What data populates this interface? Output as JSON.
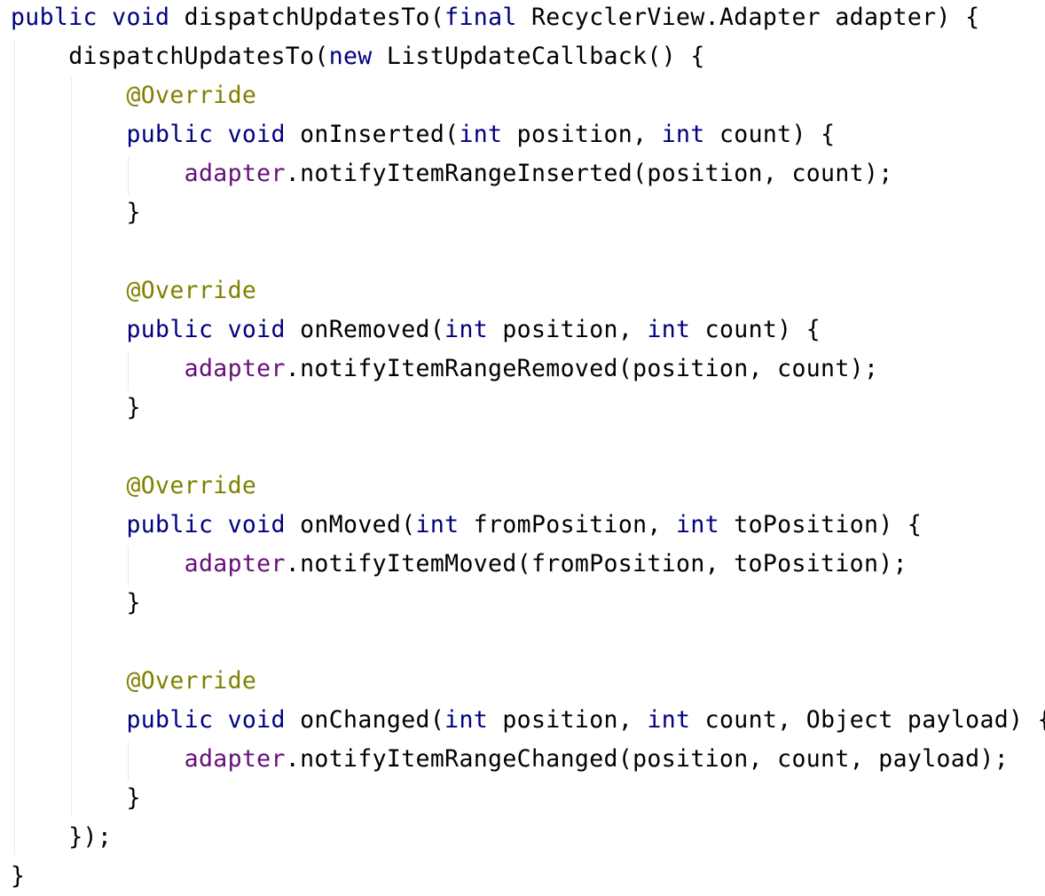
{
  "editor": {
    "colors": {
      "background": "#ffffff",
      "keyword": "#000080",
      "annotation": "#808000",
      "field": "#660e7a",
      "plain": "#000000",
      "indent_guide": "#e8e8e8"
    },
    "lines": [
      {
        "indent": 0,
        "tokens": [
          {
            "t": "public",
            "c": "kw"
          },
          {
            "t": " ",
            "c": "tx"
          },
          {
            "t": "void",
            "c": "kw"
          },
          {
            "t": " dispatchUpdatesTo(",
            "c": "tx"
          },
          {
            "t": "final",
            "c": "kw"
          },
          {
            "t": " RecyclerView.Adapter adapter) {",
            "c": "tx"
          }
        ]
      },
      {
        "indent": 1,
        "tokens": [
          {
            "t": "dispatchUpdatesTo(",
            "c": "tx"
          },
          {
            "t": "new",
            "c": "kw"
          },
          {
            "t": " ListUpdateCallback() {",
            "c": "tx"
          }
        ]
      },
      {
        "indent": 2,
        "tokens": [
          {
            "t": "@Override",
            "c": "ann"
          }
        ]
      },
      {
        "indent": 2,
        "tokens": [
          {
            "t": "public",
            "c": "kw"
          },
          {
            "t": " ",
            "c": "tx"
          },
          {
            "t": "void",
            "c": "kw"
          },
          {
            "t": " onInserted(",
            "c": "tx"
          },
          {
            "t": "int",
            "c": "kw"
          },
          {
            "t": " position, ",
            "c": "tx"
          },
          {
            "t": "int",
            "c": "kw"
          },
          {
            "t": " count) {",
            "c": "tx"
          }
        ]
      },
      {
        "indent": 3,
        "tokens": [
          {
            "t": "adapter",
            "c": "fld"
          },
          {
            "t": ".notifyItemRangeInserted(position, count);",
            "c": "tx"
          }
        ]
      },
      {
        "indent": 2,
        "tokens": [
          {
            "t": "}",
            "c": "tx"
          }
        ]
      },
      {
        "indent": 0,
        "tokens": []
      },
      {
        "indent": 2,
        "tokens": [
          {
            "t": "@Override",
            "c": "ann"
          }
        ]
      },
      {
        "indent": 2,
        "tokens": [
          {
            "t": "public",
            "c": "kw"
          },
          {
            "t": " ",
            "c": "tx"
          },
          {
            "t": "void",
            "c": "kw"
          },
          {
            "t": " onRemoved(",
            "c": "tx"
          },
          {
            "t": "int",
            "c": "kw"
          },
          {
            "t": " position, ",
            "c": "tx"
          },
          {
            "t": "int",
            "c": "kw"
          },
          {
            "t": " count) {",
            "c": "tx"
          }
        ]
      },
      {
        "indent": 3,
        "tokens": [
          {
            "t": "adapter",
            "c": "fld"
          },
          {
            "t": ".notifyItemRangeRemoved(position, count);",
            "c": "tx"
          }
        ]
      },
      {
        "indent": 2,
        "tokens": [
          {
            "t": "}",
            "c": "tx"
          }
        ]
      },
      {
        "indent": 0,
        "tokens": []
      },
      {
        "indent": 2,
        "tokens": [
          {
            "t": "@Override",
            "c": "ann"
          }
        ]
      },
      {
        "indent": 2,
        "tokens": [
          {
            "t": "public",
            "c": "kw"
          },
          {
            "t": " ",
            "c": "tx"
          },
          {
            "t": "void",
            "c": "kw"
          },
          {
            "t": " onMoved(",
            "c": "tx"
          },
          {
            "t": "int",
            "c": "kw"
          },
          {
            "t": " fromPosition, ",
            "c": "tx"
          },
          {
            "t": "int",
            "c": "kw"
          },
          {
            "t": " toPosition) {",
            "c": "tx"
          }
        ]
      },
      {
        "indent": 3,
        "tokens": [
          {
            "t": "adapter",
            "c": "fld"
          },
          {
            "t": ".notifyItemMoved(fromPosition, toPosition);",
            "c": "tx"
          }
        ]
      },
      {
        "indent": 2,
        "tokens": [
          {
            "t": "}",
            "c": "tx"
          }
        ]
      },
      {
        "indent": 0,
        "tokens": []
      },
      {
        "indent": 2,
        "tokens": [
          {
            "t": "@Override",
            "c": "ann"
          }
        ]
      },
      {
        "indent": 2,
        "tokens": [
          {
            "t": "public",
            "c": "kw"
          },
          {
            "t": " ",
            "c": "tx"
          },
          {
            "t": "void",
            "c": "kw"
          },
          {
            "t": " onChanged(",
            "c": "tx"
          },
          {
            "t": "int",
            "c": "kw"
          },
          {
            "t": " position, ",
            "c": "tx"
          },
          {
            "t": "int",
            "c": "kw"
          },
          {
            "t": " count, Object payload) {",
            "c": "tx"
          }
        ]
      },
      {
        "indent": 3,
        "tokens": [
          {
            "t": "adapter",
            "c": "fld"
          },
          {
            "t": ".notifyItemRangeChanged(position, count, payload);",
            "c": "tx"
          }
        ]
      },
      {
        "indent": 2,
        "tokens": [
          {
            "t": "}",
            "c": "tx"
          }
        ]
      },
      {
        "indent": 1,
        "tokens": [
          {
            "t": "});",
            "c": "tx"
          }
        ]
      },
      {
        "indent": 0,
        "tokens": [
          {
            "t": "}",
            "c": "tx"
          }
        ]
      }
    ]
  }
}
